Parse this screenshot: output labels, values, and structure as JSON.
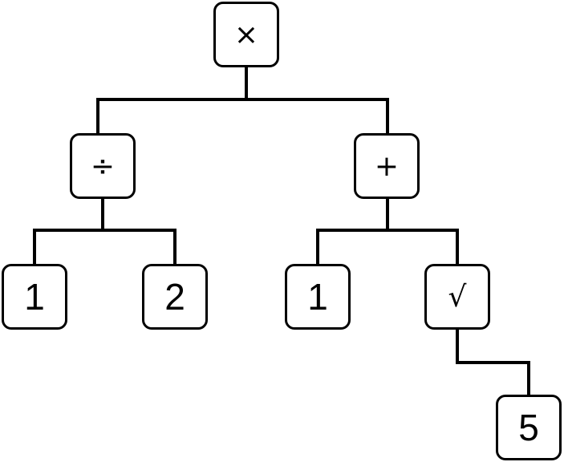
{
  "tree": {
    "root": {
      "symbol": "×"
    },
    "left": {
      "symbol": "÷",
      "left": {
        "value": "1"
      },
      "right": {
        "value": "2"
      }
    },
    "right": {
      "symbol": "+",
      "left": {
        "value": "1"
      },
      "right": {
        "symbol": "√",
        "child": {
          "value": "5"
        }
      }
    }
  }
}
